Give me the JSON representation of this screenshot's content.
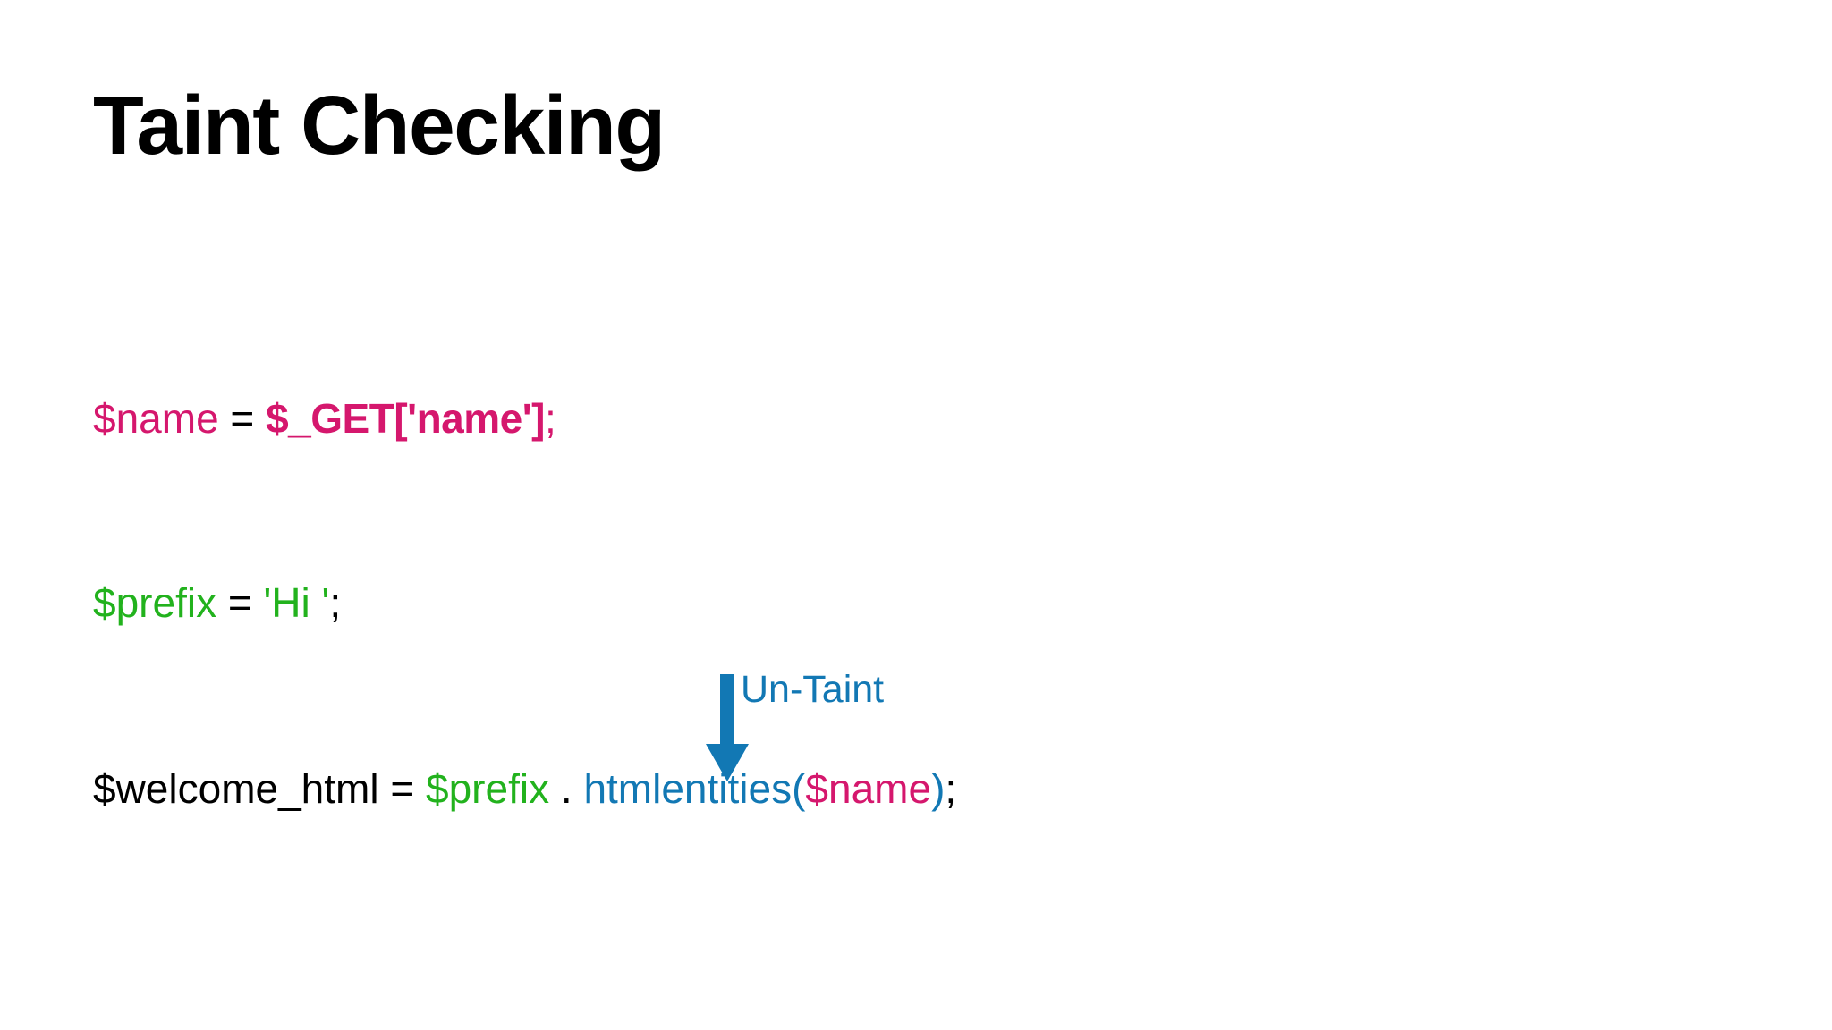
{
  "slide": {
    "title": "Taint Checking",
    "background_color": "#ffffff"
  },
  "colors": {
    "tainted": "#d5176d",
    "clean": "#22b21d",
    "sanitizer": "#1278b4",
    "plain": "#000000"
  },
  "code": {
    "line1": {
      "variable": "$name",
      "operator": " = ",
      "source": "$_GET['name']",
      "terminator": ";"
    },
    "line2": {
      "variable": "$prefix",
      "operator": " = ",
      "literal": "'Hi '",
      "terminator": ";"
    },
    "line3": {
      "variable": "$welcome_html",
      "operator": " = ",
      "operand1": "$prefix",
      "concat": " . ",
      "function_open": "htmlentities(",
      "argument": "$name",
      "function_close": ")",
      "terminator": ";"
    }
  },
  "annotation": {
    "label": "Un-Taint",
    "arrow_color": "#1278b4",
    "arrow_direction": "down"
  }
}
